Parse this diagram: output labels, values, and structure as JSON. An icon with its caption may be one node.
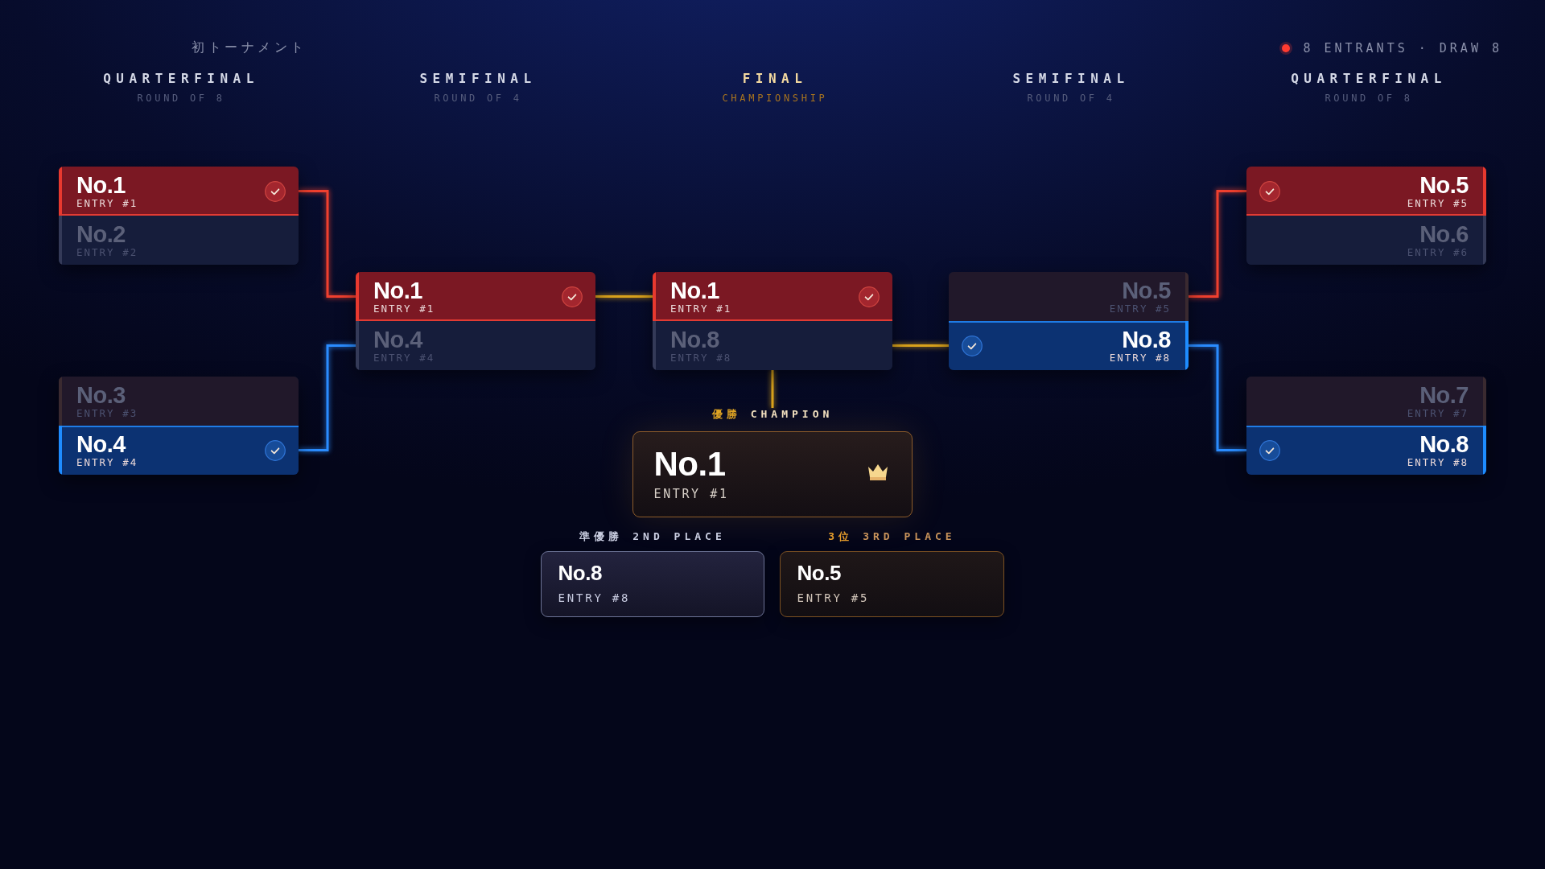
{
  "diagram": {
    "title": "初トーナメント",
    "nodes": [
      {
        "text": [],
        "shape": "box"
      },
      {
        "text": [
          "No.1",
          "ENTRY #1"
        ],
        "in": 0
      },
      {
        "text": [
          "No.2",
          "ENTRY #2"
        ],
        "in": 0
      },
      {
        "text": [],
        "shape": "box"
      },
      {
        "text": [
          "No.3",
          "ENTRY #3"
        ],
        "in": 3
      },
      {
        "text": [
          "No.4",
          "ENTRY #4"
        ],
        "in": 3
      },
      {
        "text": [],
        "shape": "box"
      },
      {
        "text": [
          "No.1",
          "ENTRY #1"
        ],
        "in": 6
      },
      {
        "text": [
          "No.4",
          "ENTRY #4"
        ],
        "in": 6
      },
      {
        "text": [],
        "shape": "box"
      },
      {
        "text": [
          "No.1",
          "ENTRY #1"
        ],
        "in": 9
      },
      {
        "text": [
          "No.8",
          "ENTRY #8"
        ],
        "in": 9
      },
      {
        "text": [],
        "shape": "box"
      },
      {
        "text": [
          "No.5",
          "ENTRY #5"
        ],
        "in": 12
      },
      {
        "text": [
          "No.8",
          "ENTRY #8"
        ],
        "in": 12
      },
      {
        "text": [],
        "shape": "box"
      },
      {
        "text": [
          "No.5",
          "ENTRY #5"
        ],
        "in": 15
      },
      {
        "text": [
          "No.6",
          "ENTRY #6"
        ],
        "in": 15
      },
      {
        "text": [],
        "shape": "box"
      },
      {
        "text": [
          "No.7",
          "ENTRY #7"
        ],
        "in": 18
      },
      {
        "text": [
          "No.8",
          "ENTRY #8"
        ],
        "in": 18
      },
      {
        "text": [
          "優勝",
          "CHAMPION",
          "No.1",
          "ENTRY #1"
        ]
      },
      {
        "text": [
          "準優勝",
          "2ND PLACE",
          "No.8",
          "ENTRY #8"
        ]
      },
      {
        "text": [
          "3位",
          "3RD PLACE",
          "No.5",
          "ENTRY #5"
        ]
      }
    ],
    "edges": [
      {
        "from": 1,
        "to": 7,
        "arrow": "none",
        "color": "#f0402f"
      },
      {
        "from": 5,
        "to": 8,
        "arrow": "none",
        "color": "#2a8cff"
      },
      {
        "from": 7,
        "to": 10,
        "arrow": "none",
        "color": "#d9a21c"
      },
      {
        "from": 16,
        "to": 13,
        "arrow": "none",
        "color": "#f0402f"
      },
      {
        "from": 20,
        "to": 14,
        "arrow": "none",
        "color": "#2a8cff"
      },
      {
        "from": 14,
        "to": 11,
        "arrow": "none",
        "color": "#d9a21c"
      },
      {
        "from": 9,
        "to": 21,
        "arrow": "none",
        "color": "#d9a21c"
      }
    ],
    "labels": [
      "8 ENTRANTS · DRAW 8",
      "QUARTERFINAL",
      "ROUND OF 8",
      "SEMIFINAL",
      "ROUND OF 4",
      "FINAL",
      "CHAMPIONSHIP",
      "SEMIFINAL",
      "ROUND OF 4",
      "QUARTERFINAL",
      "ROUND OF 8"
    ]
  }
}
